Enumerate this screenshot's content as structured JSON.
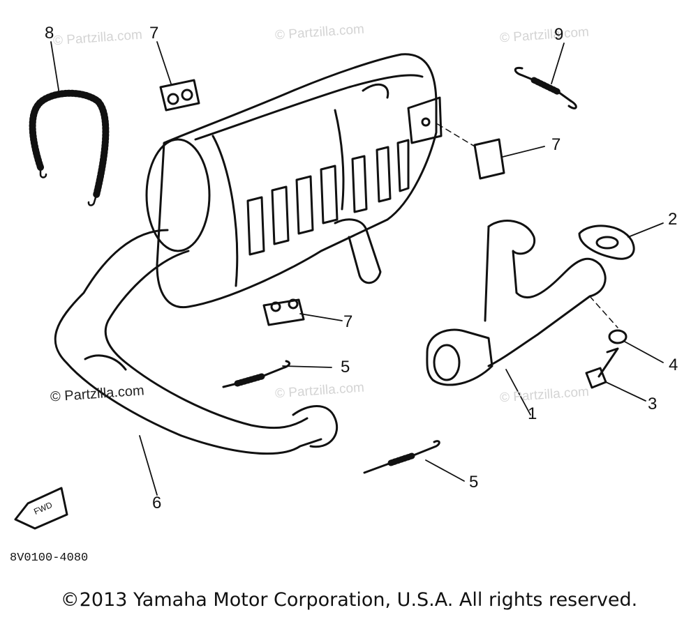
{
  "watermark": "© Partzilla.com",
  "callouts": {
    "c8": "8",
    "c7_top": "7",
    "c9": "9",
    "c7_right": "7",
    "c2": "2",
    "c7_mid": "7",
    "c4": "4",
    "c5_upper": "5",
    "c3": "3",
    "c1": "1",
    "c5_lower": "5",
    "c6": "6"
  },
  "front_arrow": "FWD",
  "diagram_code": "8V0100-4080",
  "copyright": "©2013 Yamaha Motor Corporation, U.S.A. All rights reserved."
}
